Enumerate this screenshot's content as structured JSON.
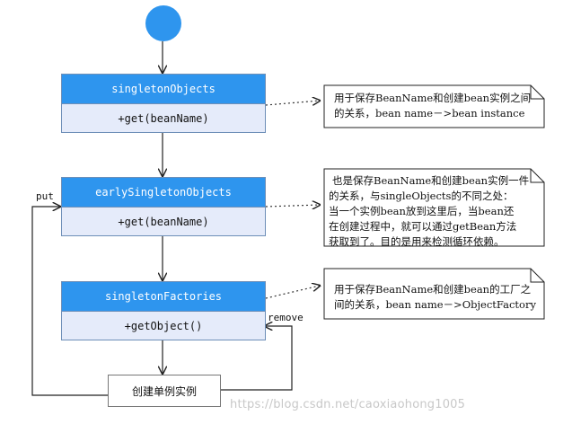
{
  "diagram": {
    "classes": [
      {
        "name": "singletonObjects",
        "method": "+get(beanName)"
      },
      {
        "name": "earlySingletonObjects",
        "method": "+get(beanName)"
      },
      {
        "name": "singletonFactories",
        "method": "+getObject()"
      }
    ],
    "action": "创建单例实例",
    "edge_labels": {
      "put": "put",
      "remove": "remove"
    },
    "notes": [
      {
        "lines": [
          "用于保存BeanName和创建bean实例之间",
          "的关系，bean name－>bean instance"
        ]
      },
      {
        "lines": [
          "也是保存BeanName和创建bean实例一件",
          "的关系，与singleObjects的不同之处：",
          "当一个实例bean放到这里后，当bean还",
          "在创建过程中，就可以通过getBean方法",
          "获取到了。目的是用来检测循环依赖。"
        ]
      },
      {
        "lines": [
          "用于保存BeanName和创建bean的工厂之",
          "间的关系，bean name－>ObjectFactory"
        ]
      }
    ],
    "watermark": "https://blog.csdn.net/caoxiaohong1005",
    "colors": {
      "header": "#2e95ee",
      "body": "#e5ebfa",
      "start": "#2e95ee"
    }
  }
}
